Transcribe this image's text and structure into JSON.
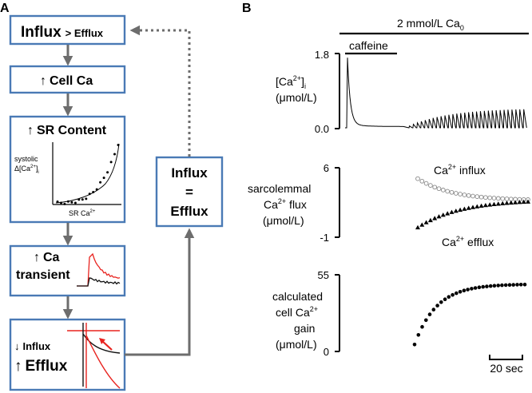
{
  "panel_a": {
    "label": "A",
    "step1": {
      "main": "Influx",
      "small": "> Efflux"
    },
    "step2": {
      "arrow": "↑",
      "text": "Cell Ca"
    },
    "step3": {
      "arrow": "↑",
      "text": "SR Content",
      "ylabel_1": "systolic",
      "ylabel_2": "Δ[Ca",
      "ylabel_2_sup": "2+",
      "ylabel_2_end": "]",
      "ylabel_2_sub": "i",
      "xlabel": "SR Ca",
      "xlabel_sup": "2+"
    },
    "step4": {
      "arrow": "↑",
      "line1": "Ca",
      "line2": "transient"
    },
    "step5": {
      "arrow_down": "↓",
      "line1": "Influx",
      "arrow_up": "↑",
      "line2": "Efflux"
    },
    "balance": {
      "line1": "Influx",
      "line2": "=",
      "line3": "Efflux"
    }
  },
  "panel_b": {
    "label": "B",
    "top_bar": {
      "text": "2 mmol/L Ca",
      "sub": "0"
    },
    "caffeine": "caffeine",
    "trace1": {
      "label_1": "[Ca",
      "label_1_sup": "2+",
      "label_1_end": "]",
      "label_1_sub": "i",
      "label_2": "(μmol/L)",
      "y_max": "1.8",
      "y_min": "0.0"
    },
    "trace2": {
      "label_1": "sarcolemmal",
      "label_2": "Ca",
      "label_2_sup": "2+",
      "label_2_end": " flux",
      "label_3": "(μmol/L)",
      "y_max": "6",
      "y_min": "-1",
      "influx": "Ca",
      "influx_sup": "2+",
      "influx_end": " influx",
      "efflux": "Ca",
      "efflux_sup": "2+",
      "efflux_end": " efflux"
    },
    "trace3": {
      "label_1": "calculated",
      "label_2": "cell Ca",
      "label_2_sup": "2+",
      "label_3": "gain",
      "label_4": "(μmol/L)",
      "y_max": "55",
      "y_min": "0"
    },
    "scale_bar": "20 sec"
  },
  "colors": {
    "box_border": "#4a7ab5",
    "arrow": "#6d6d6d",
    "red": "#e8231f",
    "dots": "#000000"
  },
  "chart_data": [
    {
      "type": "scatter",
      "title": "",
      "ylabel": "sarcolemmal Ca2+ flux (μmol/L)",
      "ylim": [
        -1,
        6
      ],
      "series": [
        {
          "name": "Ca2+ influx",
          "marker": "open-circle",
          "y_start": 4.9,
          "y_end": 2.7,
          "n": 27
        },
        {
          "name": "Ca2+ efflux",
          "marker": "filled-triangle",
          "y_start": 0.0,
          "y_end": 2.8,
          "n": 27
        }
      ]
    },
    {
      "type": "scatter",
      "title": "",
      "ylabel": "calculated cell Ca2+ gain (μmol/L)",
      "ylim": [
        0,
        55
      ],
      "series": [
        {
          "name": "",
          "marker": "filled-circle",
          "y_start": 5,
          "y_end": 48,
          "n": 30
        }
      ]
    },
    {
      "type": "line",
      "title": "",
      "ylabel": "[Ca2+]i (μmol/L)",
      "ylim": [
        0.0,
        1.8
      ],
      "caffeine_peak": 1.7,
      "n_transients": 30,
      "transient_peak_end": 0.45
    }
  ]
}
